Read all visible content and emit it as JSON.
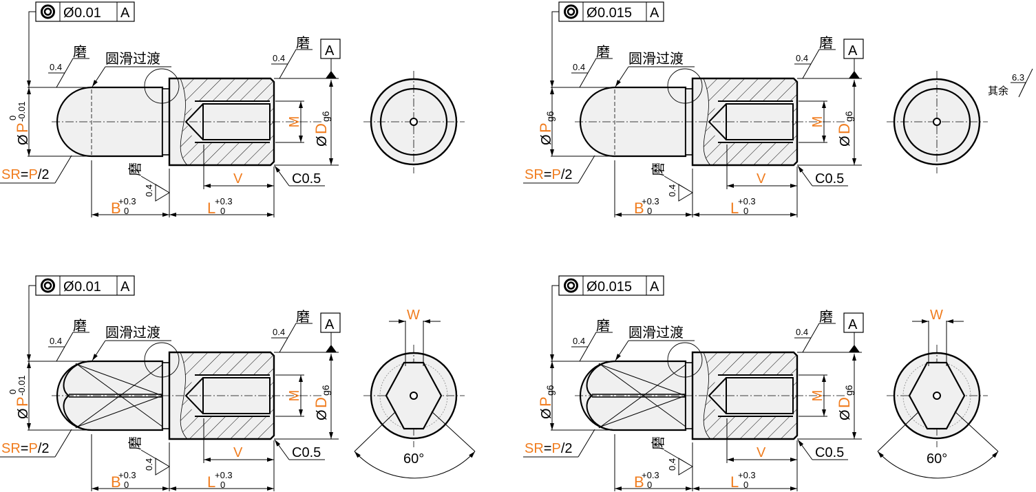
{
  "common": {
    "grind": "磨",
    "roughness": "0.4",
    "fillet": "圆滑过渡",
    "dia": "Ø",
    "datum": "A",
    "p": "P",
    "sr": "SR",
    "sr_eq": "=",
    "sr_rest": "/2",
    "d": "D",
    "g6": "g6",
    "m": "M",
    "v": "V",
    "chamfer": "C0.5",
    "b": "B",
    "l": "L",
    "plus": "+0.3",
    "zero": "0",
    "w": "W",
    "angle": "60°",
    "other_note": "其余",
    "other_roughness": "6.3"
  },
  "colors": {
    "accent": "#f07c1e",
    "line": "#000000",
    "fill": "#f0f0f0"
  },
  "panels": [
    {
      "tolerance": "0.01",
      "p_upper": "0",
      "p_lower": "-0.01",
      "p_fit": "",
      "end_view": "round"
    },
    {
      "tolerance": "0.015",
      "p_upper": "",
      "p_lower": "",
      "p_fit": "g6",
      "end_view": "round"
    },
    {
      "tolerance": "0.01",
      "p_upper": "0",
      "p_lower": "-0.01",
      "p_fit": "",
      "end_view": "hex"
    },
    {
      "tolerance": "0.015",
      "p_upper": "",
      "p_lower": "",
      "p_fit": "g6",
      "end_view": "hex"
    }
  ]
}
